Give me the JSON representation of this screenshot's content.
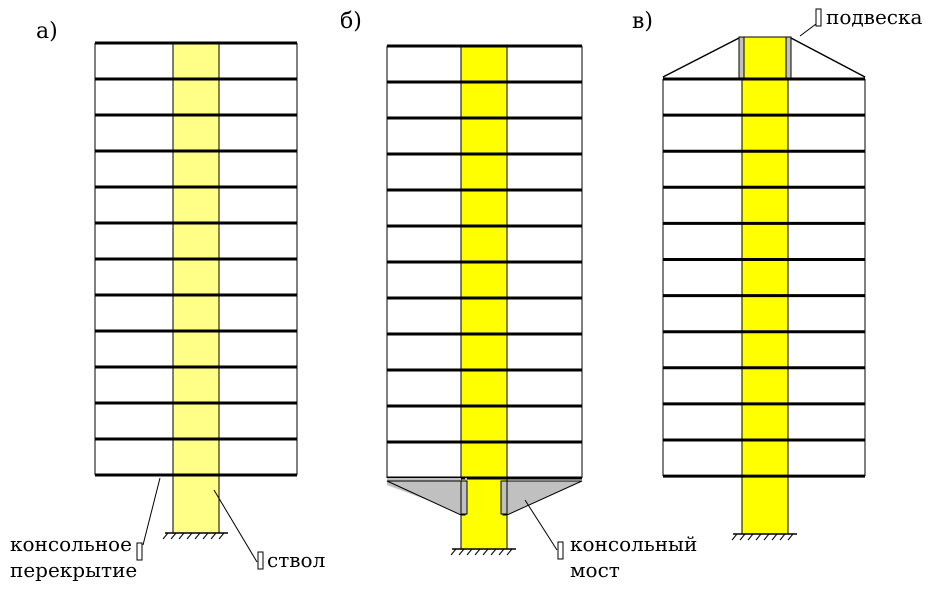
{
  "panels": [
    {
      "id": "a",
      "label": "а)"
    },
    {
      "id": "b",
      "label": "б)"
    },
    {
      "id": "v",
      "label": "в)"
    }
  ],
  "annotations": {
    "cantilever_slab_line1": "консольное",
    "cantilever_slab_line2": "перекрытие",
    "shaft": "ствол",
    "cantilever_bridge_line1": "консольный",
    "cantilever_bridge_line2": "мост",
    "suspension": "подвеска"
  },
  "colors": {
    "shaft_light": "#ffff88",
    "shaft_bright": "#ffff00",
    "gray": "#c0c0c0",
    "line": "#000000"
  }
}
